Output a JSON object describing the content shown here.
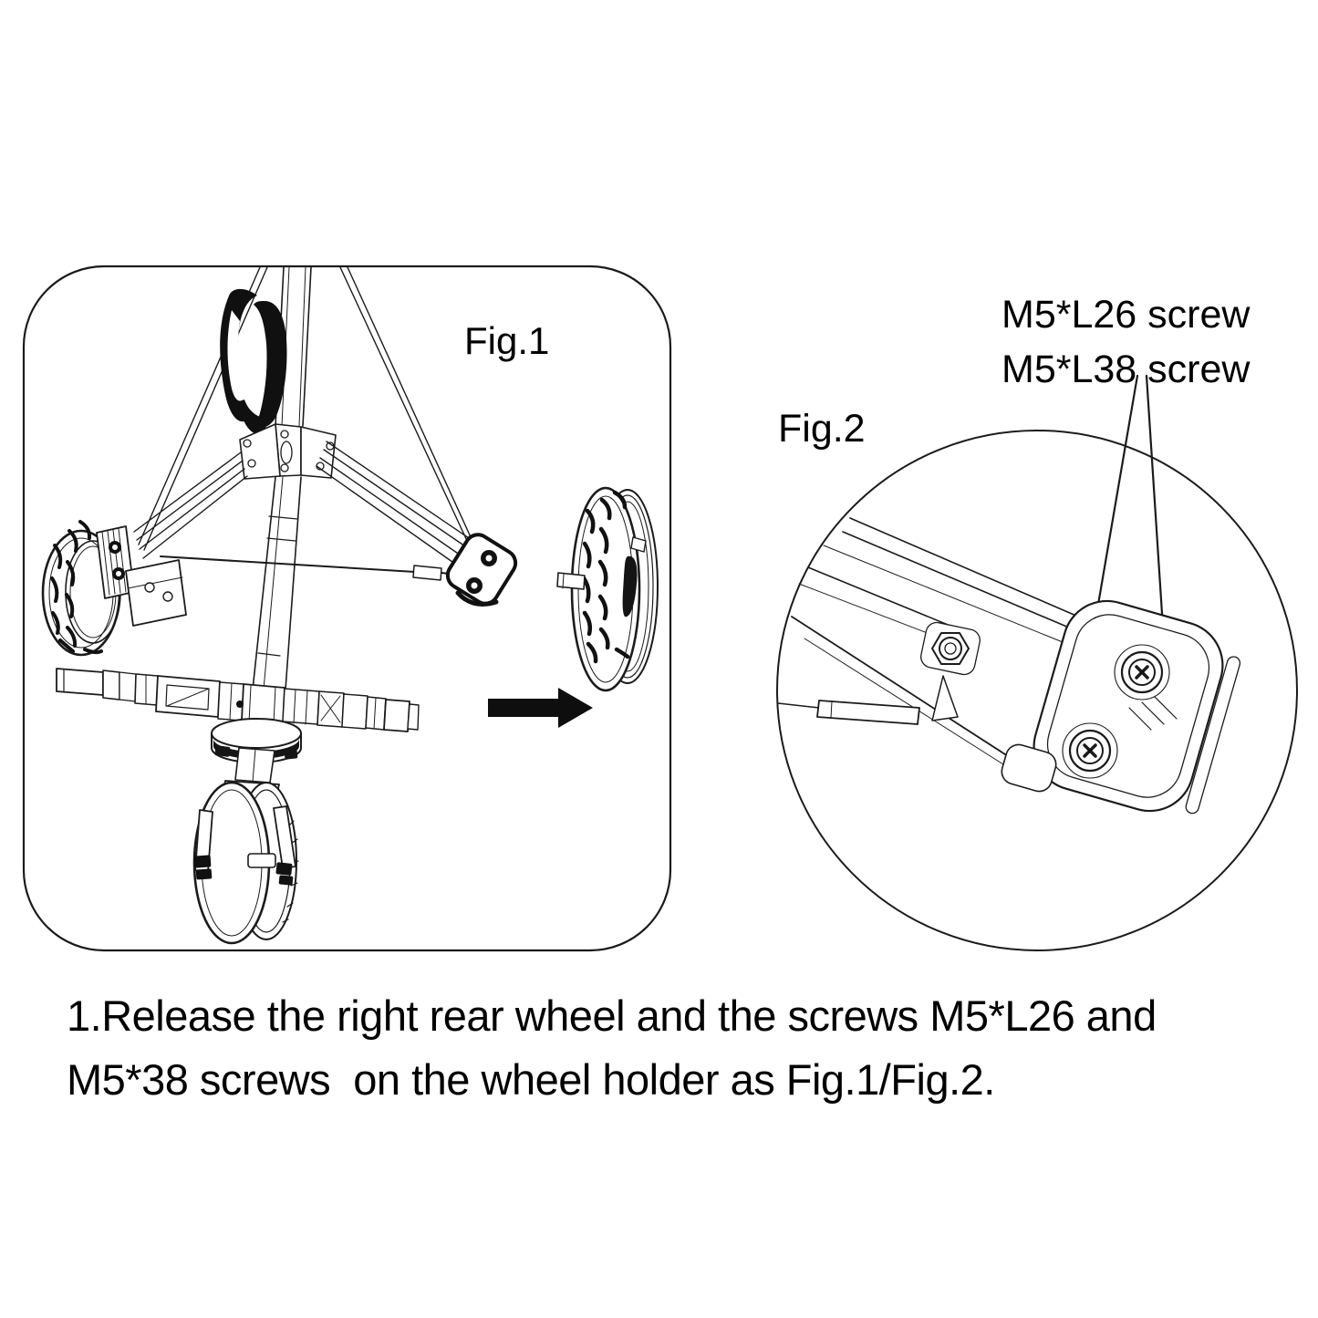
{
  "document": {
    "type": "assembly-instruction-page",
    "background_color": "#ffffff",
    "line_color": "#1b1b1b",
    "text_color": "#000000"
  },
  "figure1": {
    "label": "Fig.1",
    "depicts": "golf trolley with right rear wheel detached, arrow showing removal direction"
  },
  "figure2": {
    "label": "Fig.2",
    "depicts": "magnified circle view of wheel holder with two screws",
    "screw_labels": {
      "line1": "M5*L26 screw",
      "line2": "M5*L38 screw"
    }
  },
  "instruction": {
    "lines": {
      "line1": "1.Release the right rear wheel and the screws M5*L26 and",
      "line2": "M5*38 screws  on the wheel holder as Fig.1/Fig.2."
    }
  }
}
